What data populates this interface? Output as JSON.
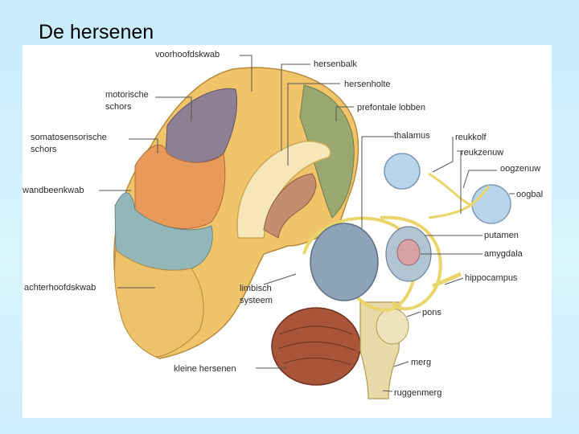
{
  "title": "De hersenen",
  "labels": {
    "voorhoofdskwab": "voorhoofdskwab",
    "hersenbalk": "hersenbalk",
    "hersenholte": "hersenholte",
    "motorische_schors_1": "motorische",
    "motorische_schors_2": "schors",
    "prefontale_lobben": "prefontale lobben",
    "somatosensorische_1": "somatosensorische",
    "somatosensorische_2": "schors",
    "thalamus": "thalamus",
    "reukkolf": "reukkolf",
    "reukzenuw": "reukzenuw",
    "oogzenuw": "oogzenuw",
    "wandbeenkwab": "wandbeenkwab",
    "oogbal": "oogbal",
    "putamen": "putamen",
    "amygdala": "amygdala",
    "hippocampus": "hippocampus",
    "achterhoofdskwab": "achterhoofdskwab",
    "limbisch_1": "limbisch",
    "limbisch_2": "systeem",
    "pons": "pons",
    "kleine_hersenen": "kleine hersenen",
    "merg": "merg",
    "ruggenmerg": "ruggenmerg"
  },
  "colors": {
    "frontal": "#f2c46a",
    "motor": "#8e7f93",
    "somatosensory": "#e89a5a",
    "parietal": "#93b7b9",
    "occipital": "#ecc36a",
    "prefrontal": "#9aa76e",
    "cerebellum": "#a8553a",
    "limbic": "#e9d56a",
    "thalamus": "#8fa3b8",
    "eyeball": "#b9d3ea"
  }
}
